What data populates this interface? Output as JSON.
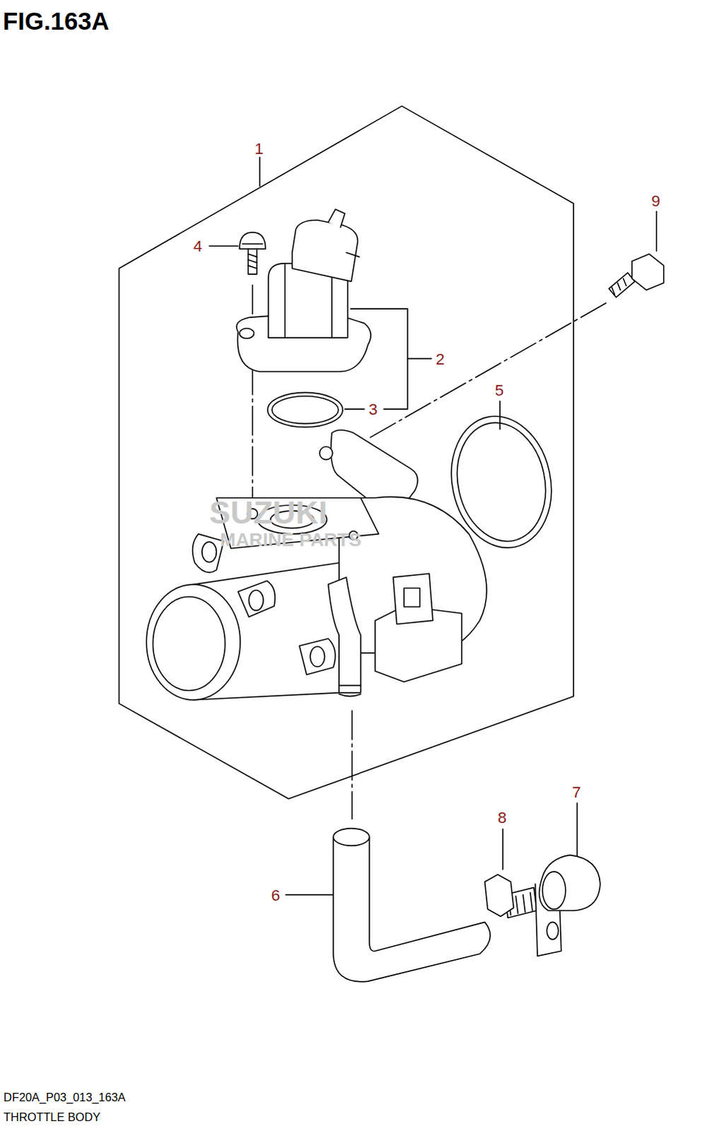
{
  "diagram": {
    "title": "FIG.163A",
    "caption": "THROTTLE BODY",
    "labels": [
      "1",
      "2",
      "3",
      "4",
      "5",
      "6",
      "7",
      "8",
      "9",
      "DF20A_P03_013_163A",
      "SUZUKI",
      "MARINE PARTS"
    ]
  }
}
